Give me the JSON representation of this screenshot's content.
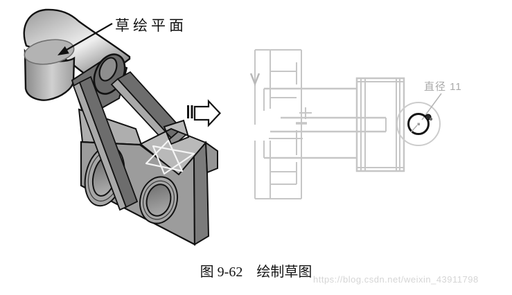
{
  "figure": {
    "sketch_plane_label": "草绘平面",
    "diameter_label": "直径 11",
    "caption_number": "图 9-62",
    "caption_title": "绘制草图",
    "watermark": "https://blog.csdn.net/weixin_43911798"
  },
  "colors": {
    "outline_black": "#121212",
    "face_light": "#b3b3b3",
    "face_mid": "#9c9c9c",
    "face_dark": "#6d6d6d",
    "sketch_line_gray": "#c6c6c6",
    "dimension_text_gray": "#a9a9a9",
    "watermark_gray": "#d5d5d5",
    "background": "#ffffff"
  }
}
